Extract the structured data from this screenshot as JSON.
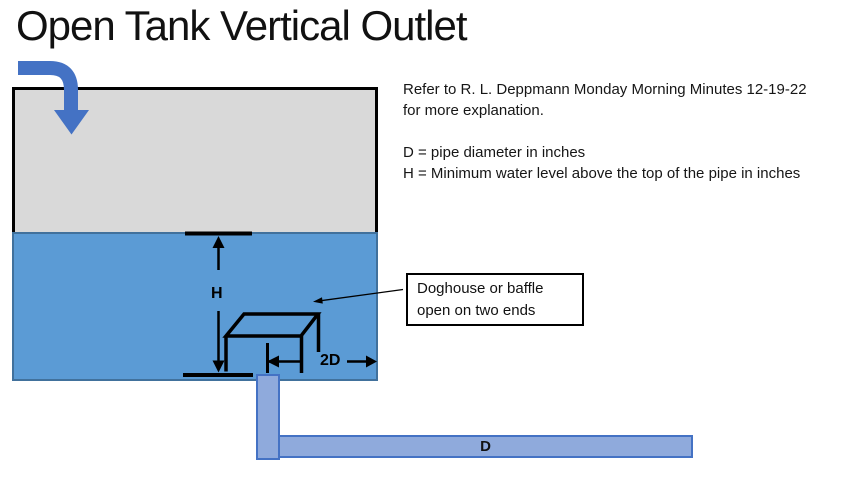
{
  "title": "Open Tank Vertical Outlet",
  "notes": {
    "ref_line1": "Refer to R. L. Deppmann Monday Morning Minutes 12-19-22",
    "ref_line2": "for more explanation.",
    "def_d": "D = pipe diameter in inches",
    "def_h": "H = Minimum water level above the top of the pipe in inches"
  },
  "callout": {
    "line1": "Doghouse or baffle",
    "line2": "open on two ends"
  },
  "dimensions": {
    "h_label": "H",
    "spacing_label": "2D",
    "pipe_label": "D"
  },
  "colors": {
    "water": "#5B9BD5",
    "water_border": "#41719C",
    "tank_air": "#D9D9D9",
    "tank_border": "#000000",
    "pipe_fill": "#8FAADC",
    "pipe_border": "#4472C4",
    "inlet_arrow": "#4472C4",
    "marker": "#000000",
    "ink": "#111111"
  }
}
